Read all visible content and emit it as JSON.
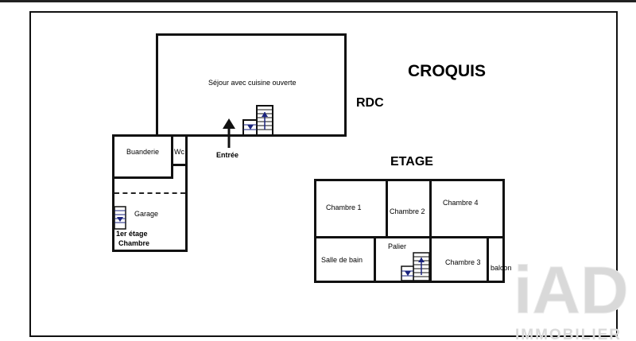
{
  "title": "CROQUIS",
  "levels": {
    "ground": "RDC",
    "upper": "ETAGE"
  },
  "ground_floor": {
    "sejour": "Séjour avec cuisine ouverte",
    "entree": "Entrée",
    "buanderie": "Buanderie",
    "wc": "Wc",
    "garage": "Garage",
    "etage_line1": "1er étage",
    "etage_line2": "Chambre"
  },
  "upper_floor": {
    "chambre1": "Chambre 1",
    "chambre2": "Chambre 2",
    "chambre4": "Chambre 4",
    "salle_de_bain": "Salle de bain",
    "palier": "Palier",
    "chambre3": "Chambre 3",
    "balcon": "balcon"
  },
  "watermark": {
    "brand": "iAD",
    "subtitle": "IMMOBILIER"
  },
  "colors": {
    "line": "#111111",
    "background": "#ffffff",
    "watermark": "#d9d9d9"
  }
}
